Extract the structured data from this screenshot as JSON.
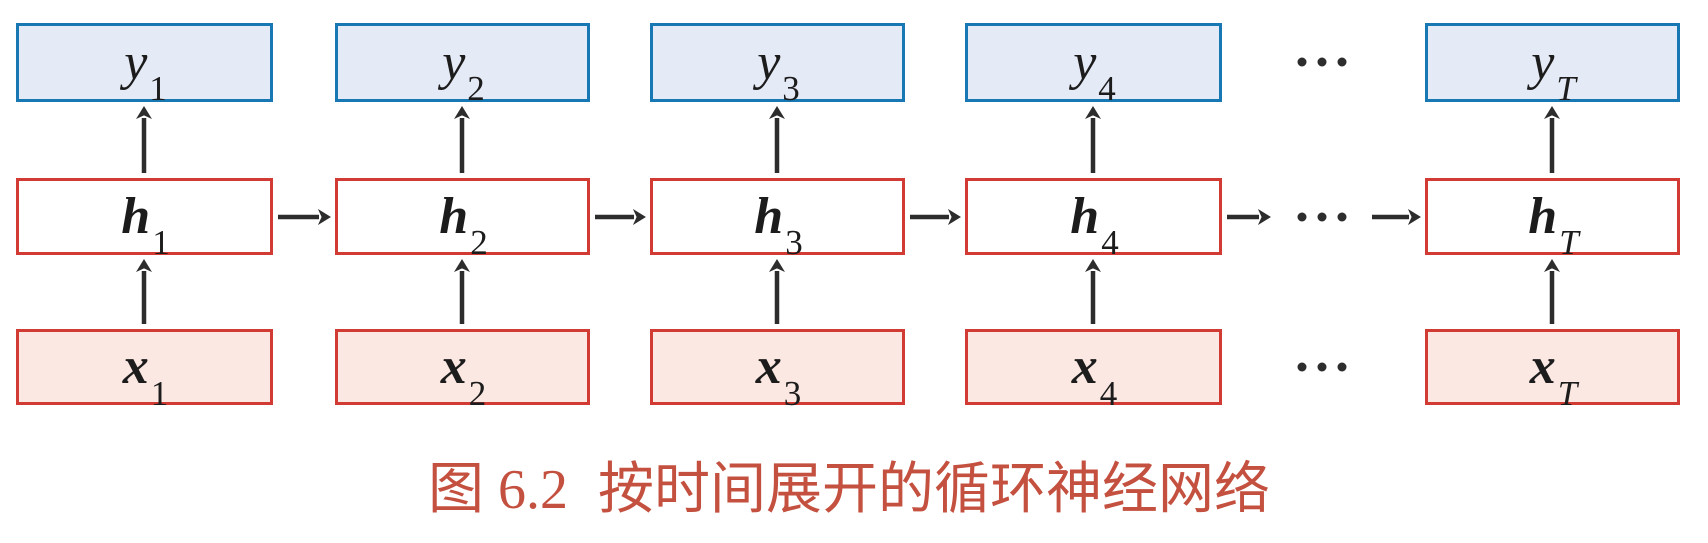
{
  "caption": {
    "label": "图 6.2",
    "title": "按时间展开的循环神经网络"
  },
  "colors": {
    "blue-border": "#1878b4",
    "blue-fill": "#e4eaf6",
    "red-border": "#d23b34",
    "red-fill": "#fce8e2",
    "hidden-fill": "#ffffff",
    "arrow": "#2d2d2d",
    "caption": "#c4503f",
    "text": "#1c1c1c"
  },
  "nodes": {
    "y1": {
      "base": "y",
      "sub": "1"
    },
    "y2": {
      "base": "y",
      "sub": "2"
    },
    "y3": {
      "base": "y",
      "sub": "3"
    },
    "y4": {
      "base": "y",
      "sub": "4"
    },
    "yT": {
      "base": "y",
      "sub": "T"
    },
    "h1": {
      "base": "h",
      "sub": "1"
    },
    "h2": {
      "base": "h",
      "sub": "2"
    },
    "h3": {
      "base": "h",
      "sub": "3"
    },
    "h4": {
      "base": "h",
      "sub": "4"
    },
    "hT": {
      "base": "h",
      "sub": "T"
    },
    "x1": {
      "base": "x",
      "sub": "1"
    },
    "x2": {
      "base": "x",
      "sub": "2"
    },
    "x3": {
      "base": "x",
      "sub": "3"
    },
    "x4": {
      "base": "x",
      "sub": "4"
    },
    "xT": {
      "base": "x",
      "sub": "T"
    }
  },
  "ellipsis": {
    "symbol": "⋯",
    "rows": [
      "y",
      "h",
      "x"
    ]
  },
  "edges": [
    {
      "from": "x1",
      "to": "h1"
    },
    {
      "from": "x2",
      "to": "h2"
    },
    {
      "from": "x3",
      "to": "h3"
    },
    {
      "from": "x4",
      "to": "h4"
    },
    {
      "from": "xT",
      "to": "hT"
    },
    {
      "from": "h1",
      "to": "y1"
    },
    {
      "from": "h2",
      "to": "y2"
    },
    {
      "from": "h3",
      "to": "y3"
    },
    {
      "from": "h4",
      "to": "y4"
    },
    {
      "from": "hT",
      "to": "yT"
    },
    {
      "from": "h1",
      "to": "h2"
    },
    {
      "from": "h2",
      "to": "h3"
    },
    {
      "from": "h3",
      "to": "h4"
    },
    {
      "from": "h4",
      "to": "h⋯"
    },
    {
      "from": "h⋯",
      "to": "hT"
    }
  ]
}
